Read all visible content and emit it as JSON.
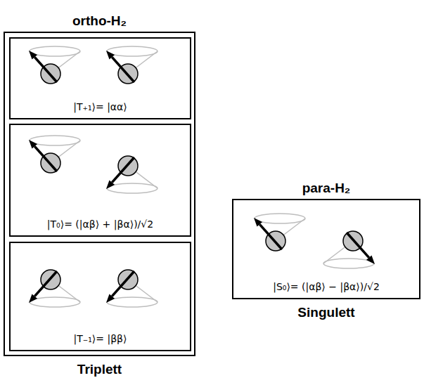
{
  "diagram": {
    "nodes": [
      {
        "text": [
          "ortho-H₂",
          "Triplett"
        ]
      },
      {
        "text": [
          "|T₊₁⟩= |αα⟩"
        ],
        "in": 0
      },
      {
        "text": [
          "|T₀⟩= (|αβ⟩ + |βα⟩)/√2"
        ],
        "in": 0
      },
      {
        "text": [
          "|T₋₁⟩= |ββ⟩"
        ],
        "in": 0
      },
      {
        "text": [
          "para-H₂",
          "|S₀⟩= (|αβ⟩ − |βα⟩)/√2",
          "Singulett"
        ]
      }
    ]
  }
}
